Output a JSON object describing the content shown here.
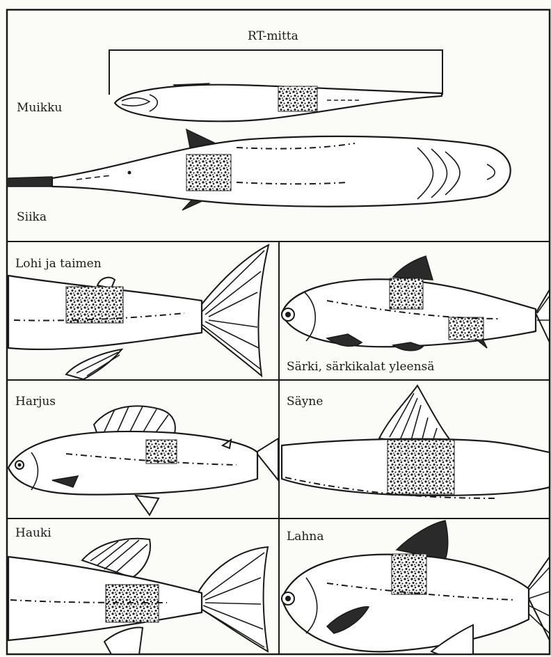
{
  "labels": {
    "rt_mitta": "RT-mitta",
    "muikku": "Muikku",
    "siika": "Siika",
    "lohi": "Lohi ja taimen",
    "sarki": "Särki, särkikalat yleensä",
    "harjus": "Harjus",
    "sayne": "Säyne",
    "hauki": "Hauki",
    "lahna": "Lahna"
  },
  "colors": {
    "ink": "#1a1a1a",
    "paper": "#fbfbf8"
  }
}
